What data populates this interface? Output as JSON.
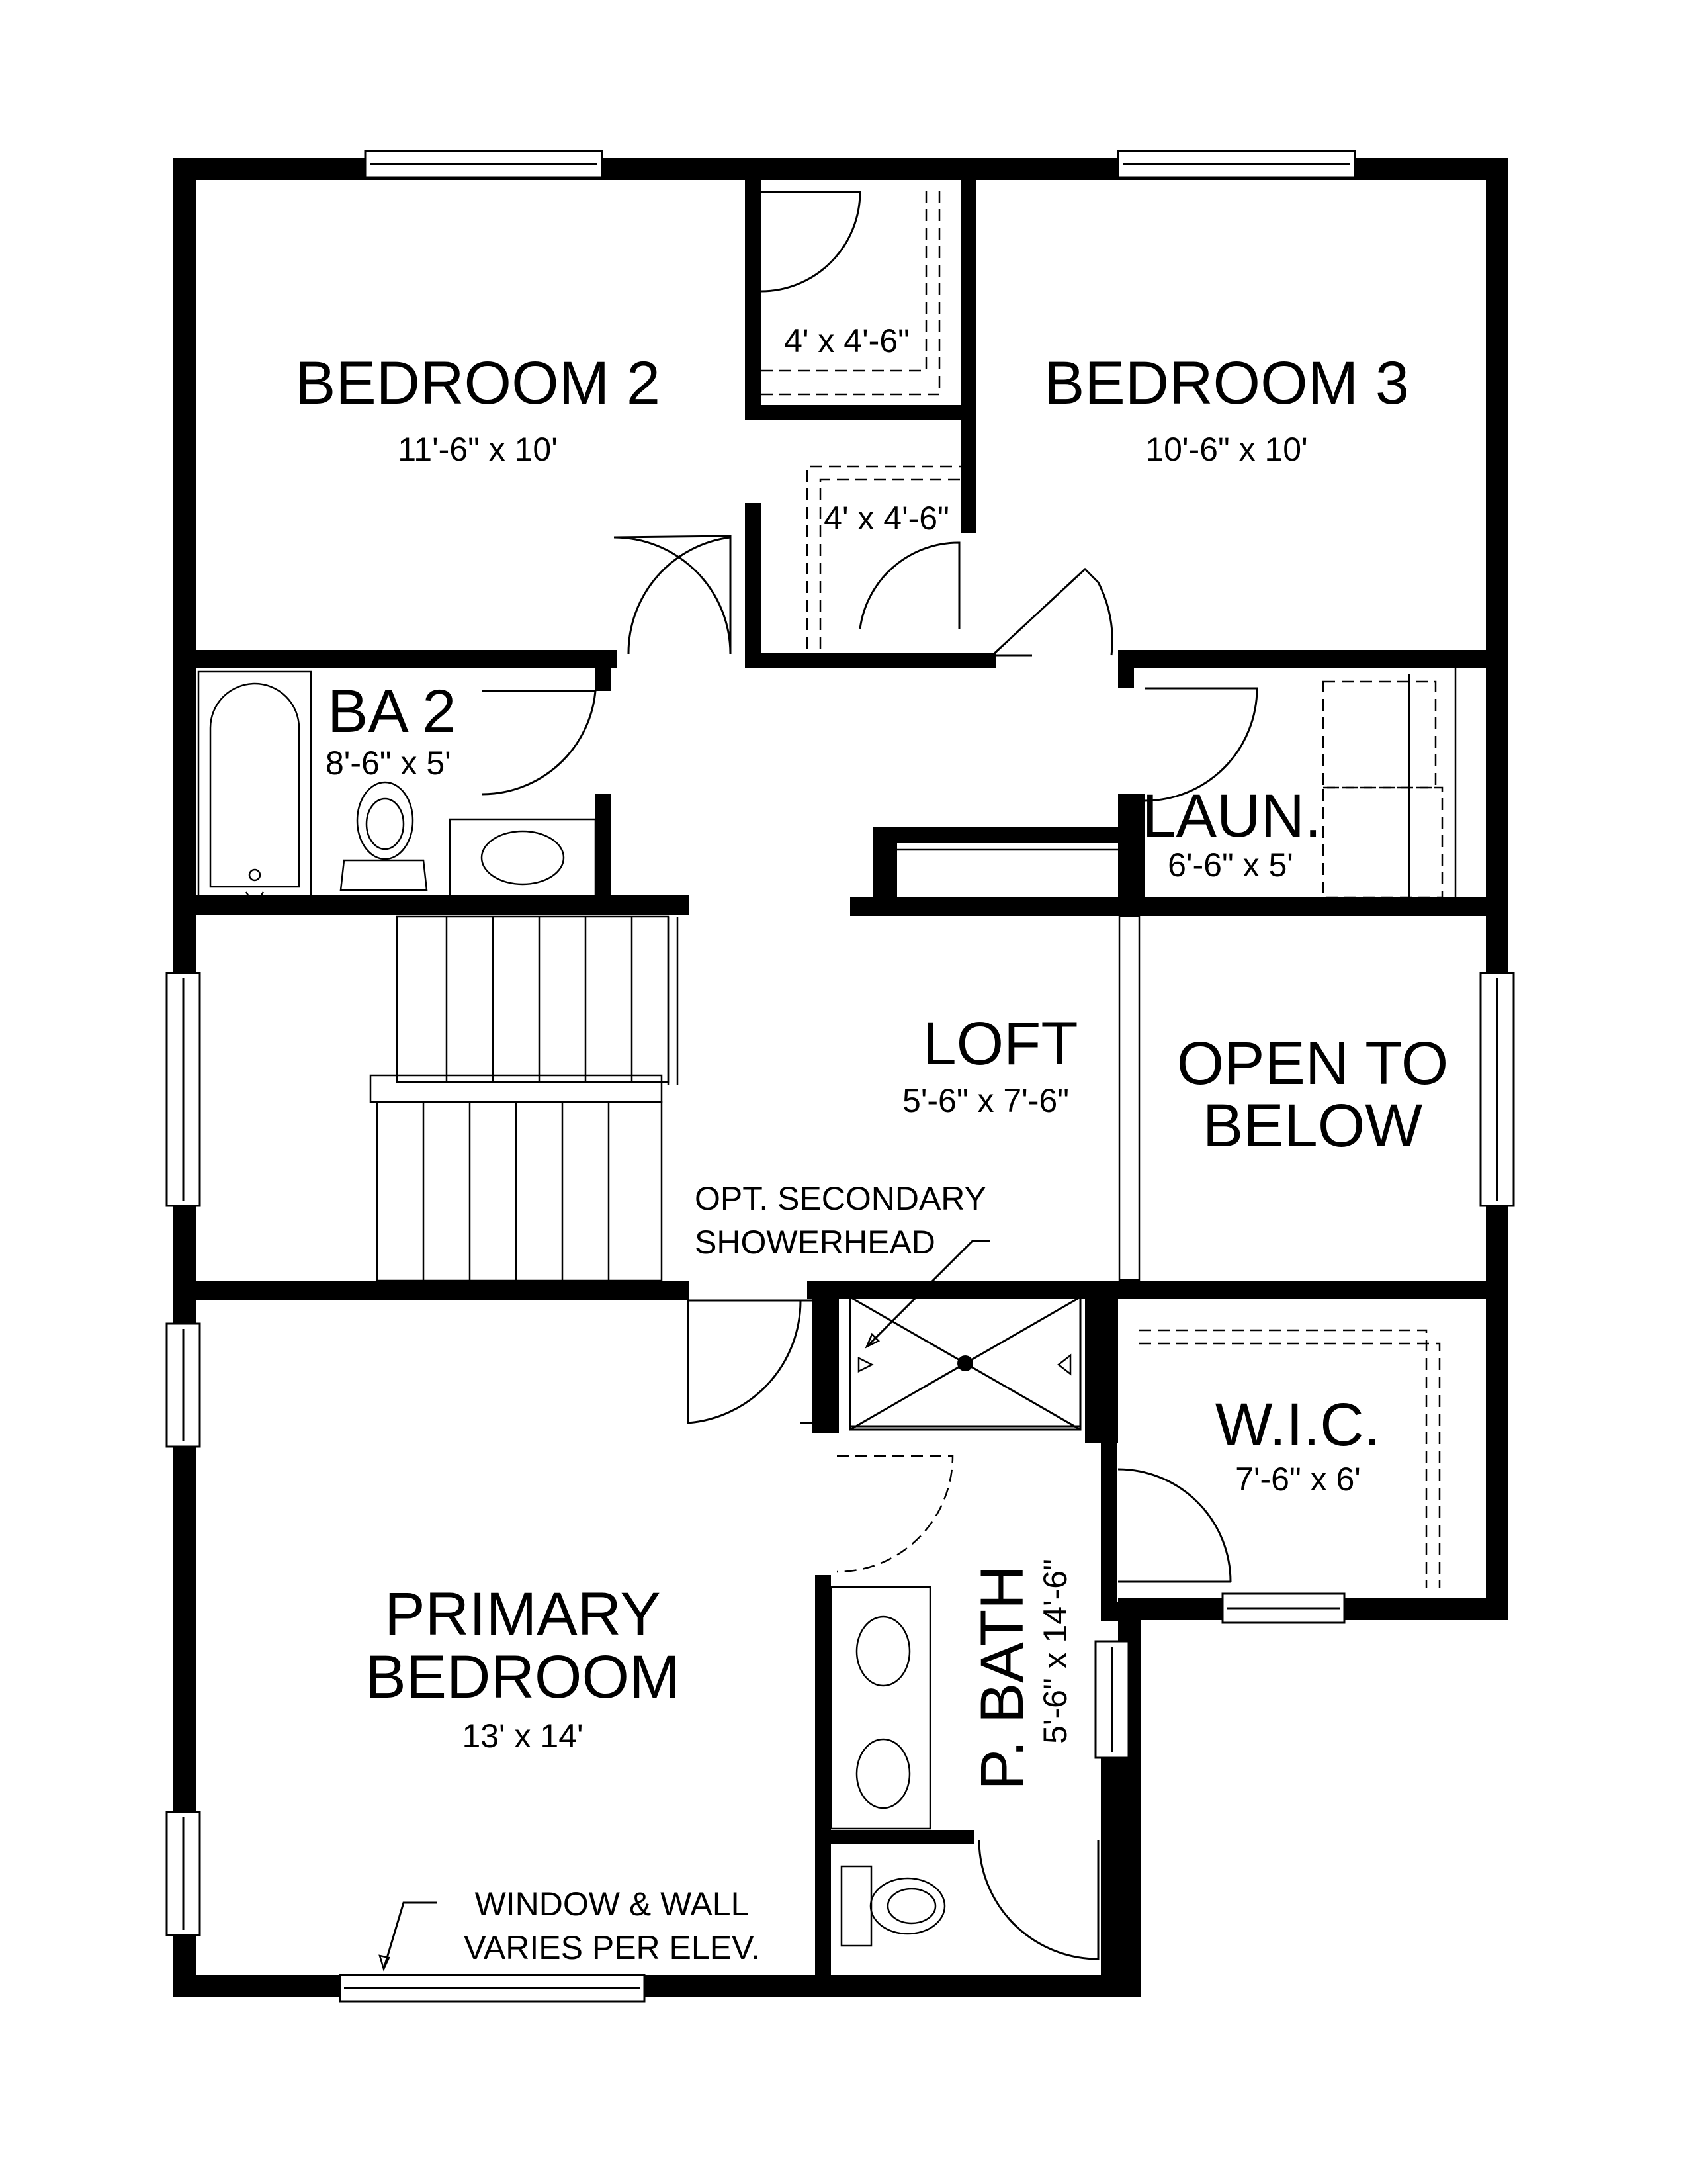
{
  "rooms": {
    "bedroom2": {
      "name": "BEDROOM 2",
      "dims": "11'-6\" x 10'"
    },
    "bedroom3": {
      "name": "BEDROOM 3",
      "dims": "10'-6\" x 10'"
    },
    "closet_upper": {
      "dims": "4' x 4'-6\""
    },
    "closet_lower": {
      "dims": "4' x 4'-6\""
    },
    "bath2": {
      "name": "BA 2",
      "dims": "8'-6\" x 5'"
    },
    "laundry": {
      "name": "LAUN.",
      "dims": "6'-6\" x 5'"
    },
    "loft": {
      "name": "LOFT",
      "dims": "5'-6\" x 7'-6\""
    },
    "open_to_below": {
      "line1": "OPEN TO",
      "line2": "BELOW"
    },
    "wic": {
      "name": "W.I.C.",
      "dims": "7'-6\" x 6'"
    },
    "primary_bedroom": {
      "line1": "PRIMARY",
      "line2": "BEDROOM",
      "dims": "13' x 14'"
    },
    "primary_bath": {
      "name": "P. BATH",
      "dims": "5'-6\" x 14'-6\""
    }
  },
  "notes": {
    "showerhead": {
      "line1": "OPT. SECONDARY",
      "line2": "SHOWERHEAD"
    },
    "window_wall": {
      "line1": "WINDOW & WALL",
      "line2": "VARIES PER ELEV."
    }
  }
}
